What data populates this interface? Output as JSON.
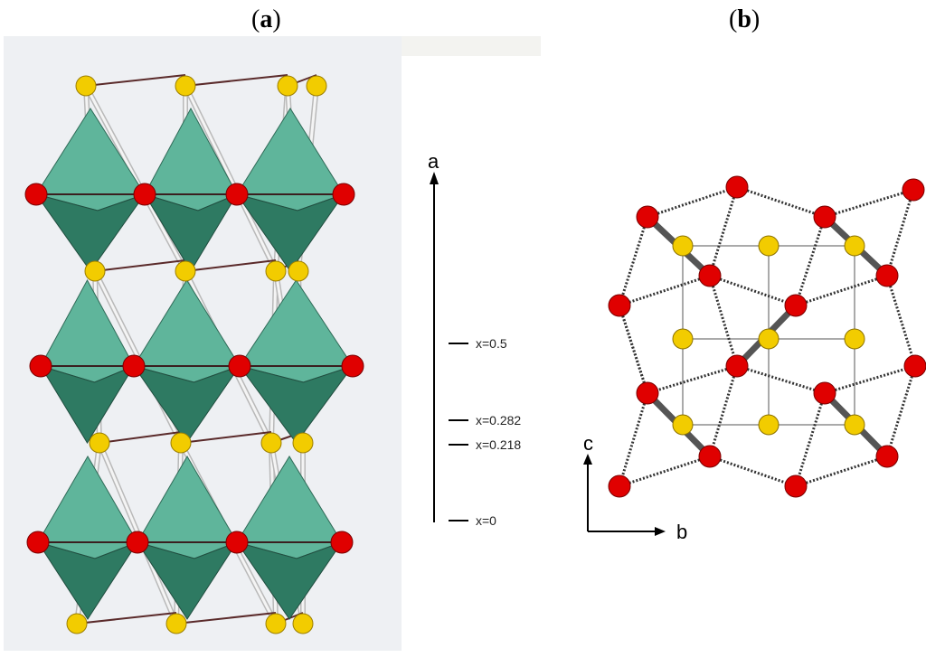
{
  "panels": {
    "a": {
      "label": "a"
    },
    "b": {
      "label": "b"
    }
  },
  "panel_a": {
    "axis_label": "a",
    "levels": [
      {
        "text": "x=0.5"
      },
      {
        "text": "x=0.282"
      },
      {
        "text": "x=0.218"
      },
      {
        "text": "x=0"
      }
    ]
  },
  "panel_b": {
    "axis_vertical": "c",
    "axis_horizontal": "b"
  },
  "colors": {
    "octahedron_light": "#5fb59b",
    "octahedron_dark": "#2e7a62",
    "red_atom": "#e00000",
    "yellow_atom": "#f2cc00",
    "background_a": "#eef0f3"
  }
}
